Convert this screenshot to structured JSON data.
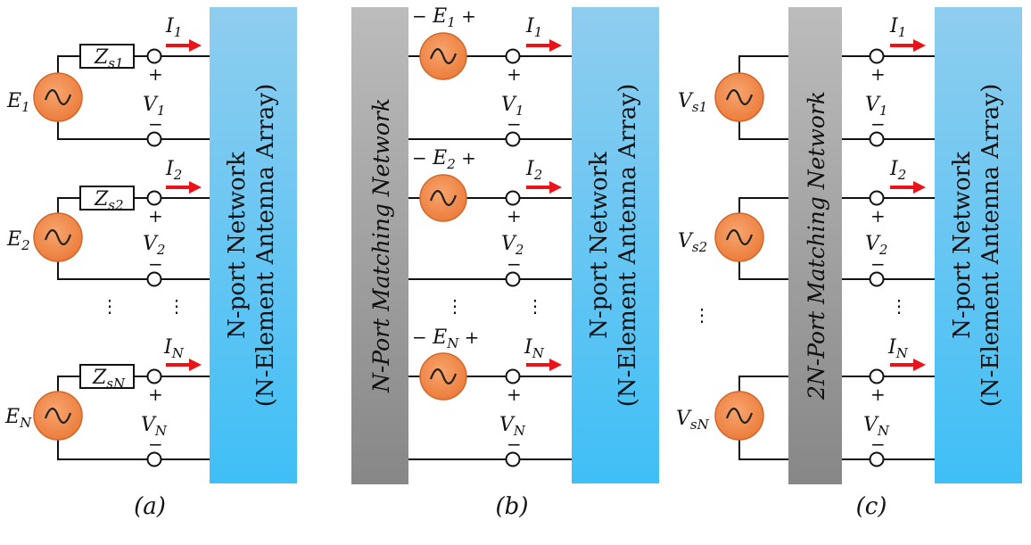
{
  "colors": {
    "network_top": "#8fcdef",
    "network_bottom": "#3fbff6",
    "matching_light": "#b5b5b5",
    "matching_dark": "#8a8a8a",
    "source_fill": "#f08a4b",
    "source_stroke": "#d2672c",
    "arrow": "#e8141a",
    "wire": "#111111"
  },
  "icons": {
    "source": "ac-source-icon",
    "port": "port-terminal-icon",
    "current": "current-arrow-icon",
    "impedance": "impedance-box-icon"
  },
  "panels": {
    "a": {
      "caption": "(a)",
      "network_label_line1": "N-port Network",
      "network_label_line2": "(N-Element Antenna Array)",
      "sources": [
        {
          "name": "E",
          "sub": "1"
        },
        {
          "name": "E",
          "sub": "2"
        },
        {
          "name": "E",
          "sub": "N"
        }
      ],
      "impedances": [
        {
          "name": "Z",
          "sub": "s1"
        },
        {
          "name": "Z",
          "sub": "s2"
        },
        {
          "name": "Z",
          "sub": "sN"
        }
      ],
      "currents": [
        {
          "name": "I",
          "sub": "1"
        },
        {
          "name": "I",
          "sub": "2"
        },
        {
          "name": "I",
          "sub": "N"
        }
      ],
      "voltages": [
        {
          "name": "V",
          "sub": "1"
        },
        {
          "name": "V",
          "sub": "2"
        },
        {
          "name": "V",
          "sub": "N"
        }
      ],
      "plus": "+",
      "minus": "−",
      "ellipsis": "⋮"
    },
    "b": {
      "caption": "(b)",
      "matching_label": "N-Port Matching Network",
      "network_label_line1": "N-port Network",
      "network_label_line2": "(N-Element Antenna Array)",
      "sources": [
        {
          "prefix": "− ",
          "name": "E",
          "sub": "1",
          "suffix": " +"
        },
        {
          "prefix": "− ",
          "name": "E",
          "sub": "2",
          "suffix": " +"
        },
        {
          "prefix": "− ",
          "name": "E",
          "sub": "N",
          "suffix": " +"
        }
      ],
      "currents": [
        {
          "name": "I",
          "sub": "1"
        },
        {
          "name": "I",
          "sub": "2"
        },
        {
          "name": "I",
          "sub": "N"
        }
      ],
      "voltages": [
        {
          "name": "V",
          "sub": "1"
        },
        {
          "name": "V",
          "sub": "2"
        },
        {
          "name": "V",
          "sub": "N"
        }
      ],
      "plus": "+",
      "minus": "−",
      "ellipsis": "⋮"
    },
    "c": {
      "caption": "(c)",
      "matching_label": "2N-Port Matching Network",
      "network_label_line1": "N-port Network",
      "network_label_line2": "(N-Element Antenna Array)",
      "sources": [
        {
          "name": "V",
          "sub": "s1"
        },
        {
          "name": "V",
          "sub": "s2"
        },
        {
          "name": "V",
          "sub": "sN"
        }
      ],
      "currents": [
        {
          "name": "I",
          "sub": "1"
        },
        {
          "name": "I",
          "sub": "2"
        },
        {
          "name": "I",
          "sub": "N"
        }
      ],
      "voltages": [
        {
          "name": "V",
          "sub": "1"
        },
        {
          "name": "V",
          "sub": "2"
        },
        {
          "name": "V",
          "sub": "N"
        }
      ],
      "plus": "+",
      "minus": "−",
      "ellipsis": "⋮"
    }
  }
}
